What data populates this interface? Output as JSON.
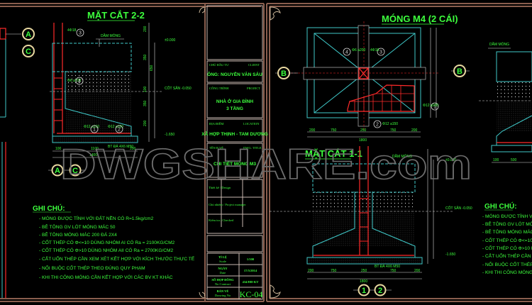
{
  "watermark": "DWGSHARE.com",
  "colors": {
    "structure": "#3fc9c9",
    "rebar": "#ff2a2a",
    "text": "#3dff3d",
    "frame": "#8a5e4e",
    "axis_bubble": "#e8d8a0"
  },
  "left_sheet": {
    "section_title": "MẶT CẮT 2-2",
    "beam_label": "DẦM MÓNG",
    "level_labels": [
      "±0.000",
      "CỐT SÂN -0.050",
      "-1.650"
    ],
    "rebar_labels": [
      "4Φ18",
      "Φ12 a150",
      "Φ12 a150",
      "Φ6 a200"
    ],
    "tag_numbers": [
      "3",
      "4",
      "1",
      "2"
    ],
    "lean_concrete_label": "BT ĐÁ 4X6 M50",
    "dims": [
      "200",
      "350",
      "650",
      "100",
      "350",
      "200",
      "100",
      "1100",
      "200",
      "1400"
    ],
    "axes": [
      "A",
      "C",
      "A",
      "C"
    ],
    "notes_title": "GHI CHÚ:",
    "notes": [
      "- MÓNG ĐƯỢC TÍNH VỚI ĐẤT NỀN CÓ R=1.5kg/cm2",
      "- BÊ TÔNG GV LÓT MÓNG MÁC 50",
      "- BÊ TÔNG MÓNG MÁC 200 ĐÁ 2X4",
      "- CỐT THÉP CÓ Φ<=10 DÙNG NHÓM AI CÓ Ra = 2100KG/CM2",
      "- CỐT THÉP CÓ Φ>10 DÙNG NHÓM AII CÓ Ra = 2700KG/CM2",
      "- CẮT UỐN THÉP CẦN XEM XÉT KẾT HỢP VỚI KÍCH THƯỚC THỰC TẾ",
      "- NỐI BUỘC CỐT THÉP THEO ĐÚNG QUY PHẠM",
      "- KHI THI CÔNG MÓNG CẦN KẾT HỢP VỚI CÁC BV KT KHÁC"
    ]
  },
  "title_block": {
    "client_label": "CHỦ ĐẦU TƯ",
    "client_label_en": "CLIENT",
    "client_value": "ÔNG: NGUYỄN VĂN SÁU",
    "project_label": "CÔNG TRÌNH",
    "project_label_en": "PROJECT",
    "project_value_1": "NHÀ Ở GIA ĐÌNH",
    "project_value_2": "3 TẦNG",
    "location_label": "ĐỊA ĐIỂM",
    "location_label_en": "LOCATION",
    "location_value": "XÃ HỢP THỊNH - TAM DƯƠNG",
    "title_label": "TÊN B.VẼ",
    "title_label_en": "DWG. TITLE",
    "title_value": "CHI TIẾT MÓNG M3",
    "signatures": [
      "Thiết kế / Design",
      "Chủ nhiệm / Project manager",
      "Kiểm tra / Checked"
    ],
    "scale_label": "TỈ LỆ",
    "scale_label_en": "Scale",
    "scale_value": "1/100",
    "date_label": "NGÀY",
    "date_label_en": "Date",
    "date_value": "17/5/2014",
    "contract_label": "SỐ HỢP ĐỒNG",
    "contract_label_en": "No Contract",
    "contract_value": "434/HĐ-KT",
    "drawing_label": "BẢN VẼ",
    "drawing_label_en": "Drawing No",
    "drawing_value": "KC-04"
  },
  "right_sheet": {
    "plan_title": "MÓNG M4 (2 CÁI)",
    "section_title": "MẶT CẮT 1-1",
    "beam_label": "DẦM MÓNG",
    "plan_dims": [
      "200",
      "750",
      "250",
      "750",
      "200",
      "1800"
    ],
    "section_dims": [
      "200",
      "750",
      "250",
      "750",
      "200",
      "1800"
    ],
    "plan_tags": [
      "4",
      "3",
      "1",
      "2"
    ],
    "plan_rebar_labels": [
      "Φ6 a200",
      "4Φ18",
      "Φ12 a150",
      "Φ12 a150"
    ],
    "section_levels": [
      "±0.000",
      "CỐT SÂN -0.050",
      "-1.650"
    ],
    "lean_concrete_label": "BT ĐÁ 4X6 M50",
    "axes": [
      "B",
      "1",
      "2",
      "B"
    ],
    "right_dims": [
      "100",
      "500"
    ],
    "notes_title": "GHI CHÚ:",
    "notes": [
      "- MÓNG ĐƯỢC TÍNH VỚI ĐẤT",
      "- BÊ TÔNG GV LÓT MÓNG",
      "- BÊ TÔNG MÓNG MÁC 20",
      "- CỐT THÉP CÓ Φ<=10 D",
      "- CỐT THÉP CÓ Φ>10 DÙ",
      "- CẮT UỐN THÉP CẦN XE",
      "- NỐI BUỘC CỐT THÉP TH",
      "- KHI THI CÔNG MÓNG CẦ"
    ]
  }
}
